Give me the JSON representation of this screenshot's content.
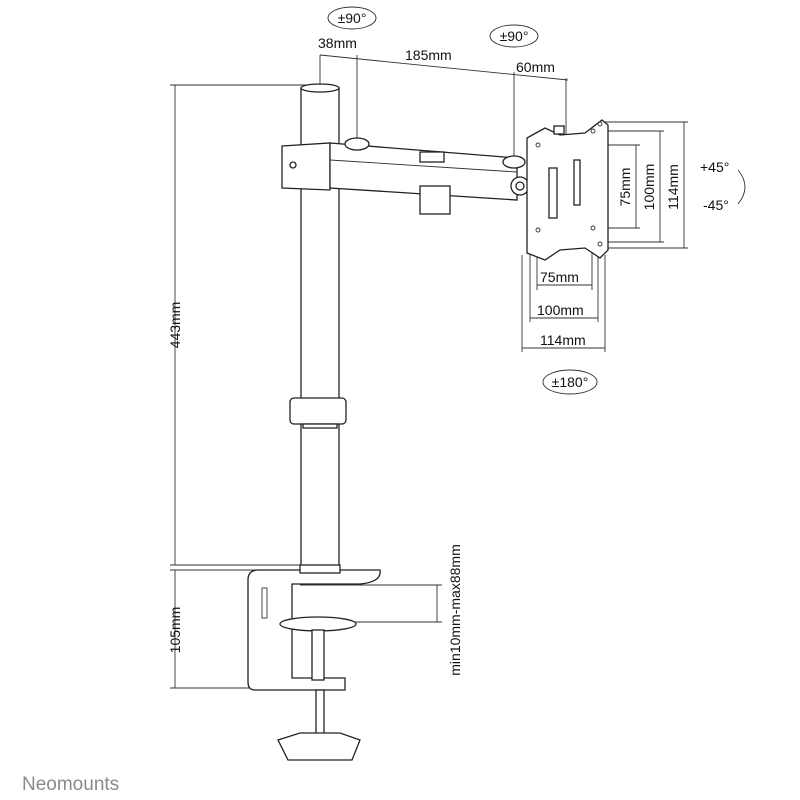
{
  "dimensions": {
    "pole_height": "443mm",
    "clamp_height": "105mm",
    "desk_thickness": "min10mm-max88mm",
    "pole_to_joint": "38mm",
    "arm_length": "185mm",
    "joint_to_plate": "60mm",
    "vesa_h_75": "75mm",
    "vesa_h_100": "100mm",
    "vesa_h_114": "114mm",
    "vesa_v_75": "75mm",
    "vesa_v_100": "100mm",
    "vesa_v_114": "114mm"
  },
  "rotations": {
    "arm_swivel": "±90°",
    "head_swivel": "±90°",
    "rotation": "±180°",
    "tilt_up": "+45°",
    "tilt_down": "-45°"
  },
  "brand": "Neomounts"
}
